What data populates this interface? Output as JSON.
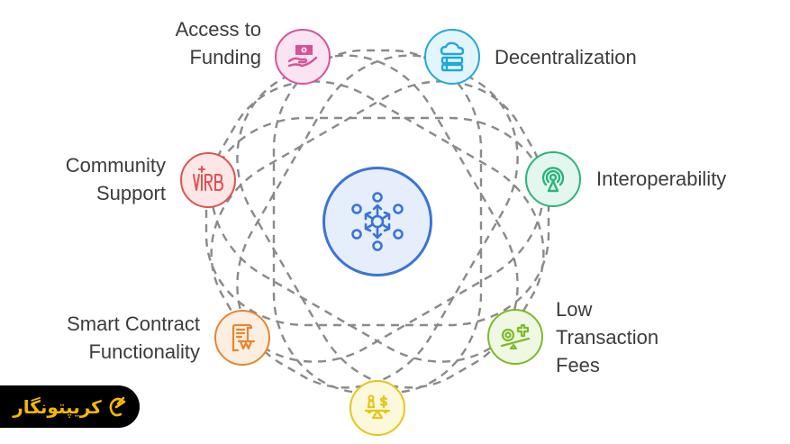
{
  "diagram": {
    "center": {
      "icon": "network-hub-icon",
      "color": "#3b74d6",
      "fill": "#e6eefc"
    },
    "nodes": [
      {
        "id": "access-to-funding",
        "lines": [
          "Access to",
          "Funding"
        ],
        "icon": "hand-money-icon",
        "color": "#d6539a",
        "fill": "#fbe4f1"
      },
      {
        "id": "decentralization",
        "lines": [
          "Decentralization"
        ],
        "icon": "cloud-server-icon",
        "color": "#1fa9d9",
        "fill": "#e3f5fc"
      },
      {
        "id": "interoperability",
        "lines": [
          "Interoperability"
        ],
        "icon": "broadcast-tower-icon",
        "color": "#2bb47a",
        "fill": "#e3f7ee"
      },
      {
        "id": "low-transaction-fees",
        "lines": [
          "Low",
          "Transaction",
          "Fees"
        ],
        "icon": "seesaw-coin-icon",
        "color": "#7cba2a",
        "fill": "#eff8e2"
      },
      {
        "id": "yellow-node",
        "lines": [],
        "icon": "scale-dollar-icon",
        "color": "#e6c619",
        "fill": "#fcf8dc"
      },
      {
        "id": "smart-contract-functionality",
        "lines": [
          "Smart Contract",
          "Functionality"
        ],
        "icon": "contract-scroll-icon",
        "color": "#e5862f",
        "fill": "#fcefe2"
      },
      {
        "id": "community-support",
        "lines": [
          "Community",
          "Support"
        ],
        "icon": "community-sign-icon",
        "color": "#dd5353",
        "fill": "#fce6e6"
      }
    ],
    "orbit_color": "#8a8a8a"
  },
  "brand": {
    "text": "کریپتونگار",
    "color": "#f5b800",
    "background": "#000000"
  }
}
